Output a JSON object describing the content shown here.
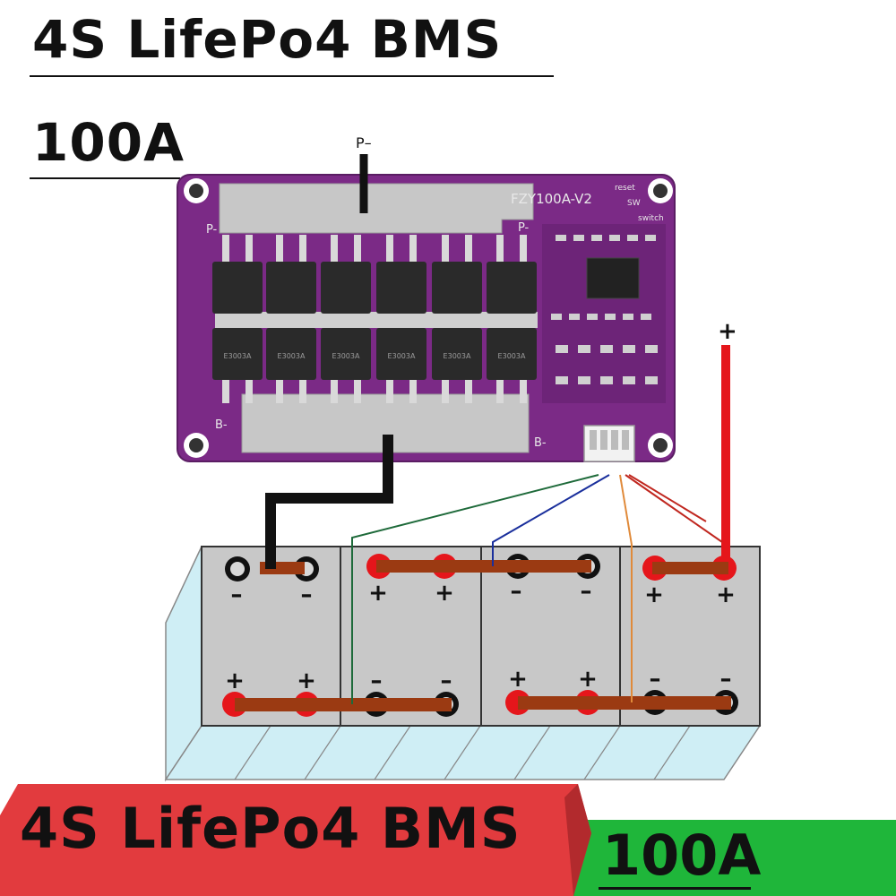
{
  "header": {
    "title": "4S LifePo4 BMS",
    "current": "100A"
  },
  "board": {
    "model": "FZY100A-V2",
    "reset_label": "reset",
    "switch_label": "switch",
    "sw_label": "SW",
    "p_minus_pad": "P-",
    "b_minus_pad_left": "B-",
    "b_minus_pad_right": "B-",
    "p_minus_left": "P-",
    "mosfet_label": "E3003A"
  },
  "wires": {
    "p_minus": "P–",
    "battery_plus": "+"
  },
  "cells": {
    "top_polarity": [
      "–",
      "–",
      "+",
      "+",
      "–",
      "–",
      "+",
      "+"
    ],
    "bottom_polarity": [
      "+",
      "+",
      "–",
      "–",
      "+",
      "+",
      "–",
      "–"
    ]
  },
  "banner": {
    "title": "4S LifePo4 BMS",
    "current": "100A"
  },
  "colors": {
    "board": "#7b2a86",
    "banner_red": "#e23b3e",
    "banner_green": "#1fb63a",
    "bus_bar": "#9b3a12",
    "terminal": "#e5161b",
    "wire_plus": "#e5161b",
    "wire_green": "#1e6a3a",
    "wire_blue": "#1a2f9c",
    "wire_orange": "#e08a3a",
    "wire_red_thin": "#c0271f"
  }
}
